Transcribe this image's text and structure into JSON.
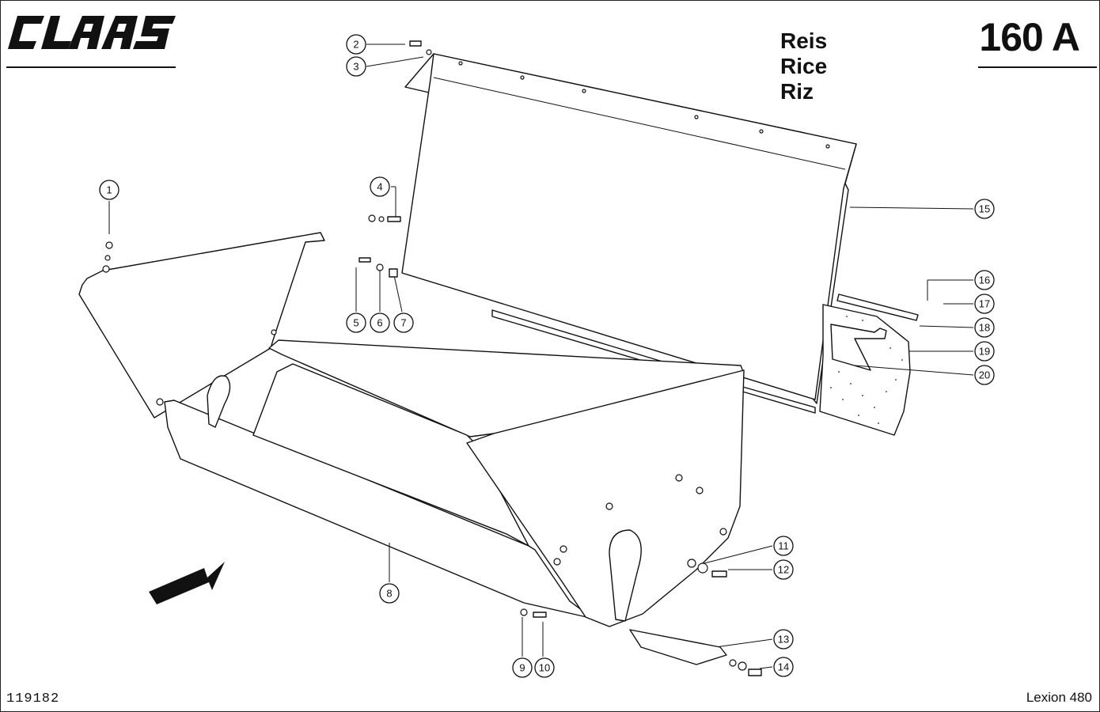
{
  "header": {
    "brand": "CLAAS",
    "language_labels": [
      "Reis",
      "Rice",
      "Riz"
    ],
    "page_number": "160 A"
  },
  "footer": {
    "drawing_ref": "119182",
    "model": "Lexion 480"
  },
  "callouts": [
    "1",
    "2",
    "3",
    "4",
    "5",
    "6",
    "7",
    "8",
    "9",
    "10",
    "11",
    "12",
    "13",
    "14",
    "15",
    "16",
    "17",
    "18",
    "19",
    "20"
  ]
}
